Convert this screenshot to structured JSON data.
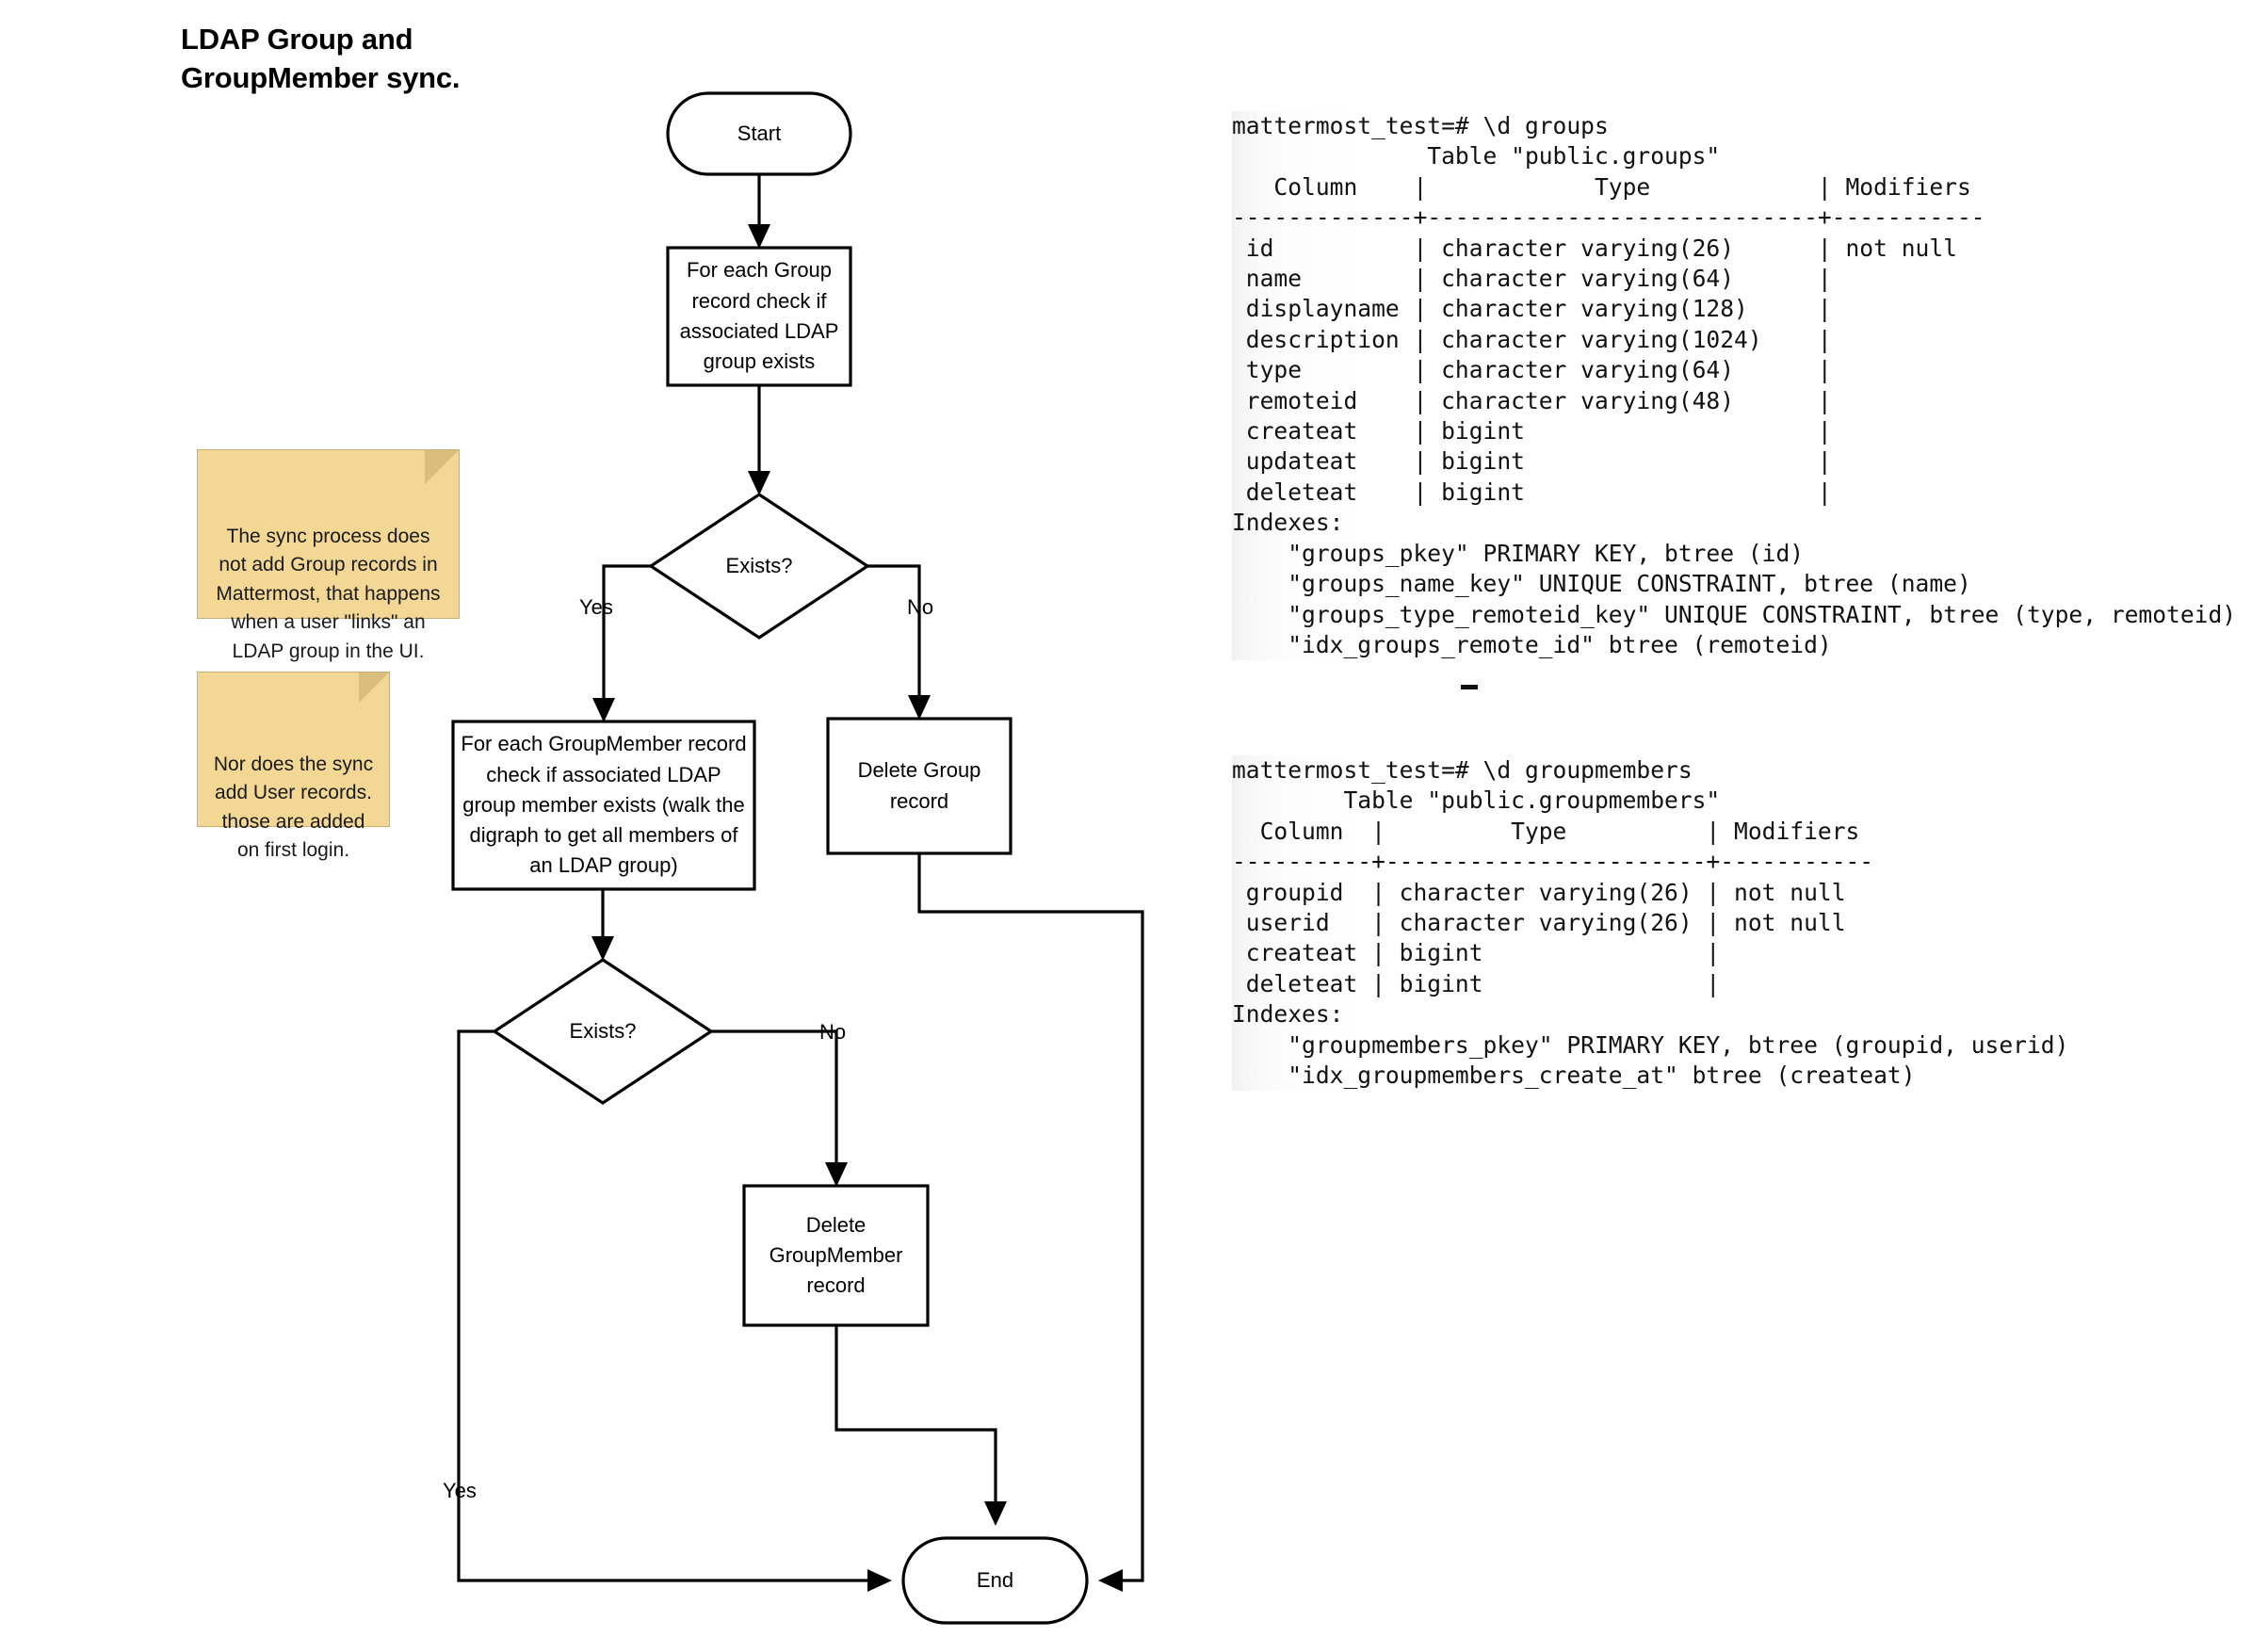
{
  "title": "LDAP Group and\nGroupMember sync.",
  "flow": {
    "nodes": {
      "start": "Start",
      "for_each_group": "For each Group\nrecord check if\nassociated LDAP\ngroup exists",
      "exists_group": "Exists?",
      "for_each_groupmember": "For each GroupMember record\ncheck if associated LDAP\ngroup member exists (walk the\ndigraph to get all members of\nan LDAP group)",
      "delete_group": "Delete Group\nrecord",
      "exists_groupmember": "Exists?",
      "delete_groupmember": "Delete\nGroupMember\nrecord",
      "end": "End"
    },
    "edge_labels": {
      "group_yes": "Yes",
      "group_no": "No",
      "groupmember_no": "No",
      "groupmember_yes": "Yes"
    }
  },
  "notes": [
    {
      "id": "note-group-records",
      "text": "The sync process does\nnot add Group records in\nMattermost, that happens\nwhen a user \"links\" an\nLDAP group in the UI."
    },
    {
      "id": "note-user-records",
      "text": "Nor does the sync\nadd User records.\nthose are added\non first login."
    }
  ],
  "consoles": [
    {
      "id": "groups-table",
      "text": "mattermost_test=# \\d groups\n              Table \"public.groups\"\n   Column    |            Type            | Modifiers\n-------------+----------------------------+-----------\n id          | character varying(26)      | not null\n name        | character varying(64)      |\n displayname | character varying(128)     |\n description | character varying(1024)    |\n type        | character varying(64)      |\n remoteid    | character varying(48)      |\n createat    | bigint                     |\n updateat    | bigint                     |\n deleteat    | bigint                     |\nIndexes:\n    \"groups_pkey\" PRIMARY KEY, btree (id)\n    \"groups_name_key\" UNIQUE CONSTRAINT, btree (name)\n    \"groups_type_remoteid_key\" UNIQUE CONSTRAINT, btree (type, remoteid)\n    \"idx_groups_remote_id\" btree (remoteid)"
    },
    {
      "id": "groupmembers-table",
      "text": "mattermost_test=# \\d groupmembers\n        Table \"public.groupmembers\"\n  Column  |         Type          | Modifiers\n----------+-----------------------+-----------\n groupid  | character varying(26) | not null\n userid   | character varying(26) | not null\n createat | bigint                |\n deleteat | bigint                |\nIndexes:\n    \"groupmembers_pkey\" PRIMARY KEY, btree (groupid, userid)\n    \"idx_groupmembers_create_at\" btree (createat)"
    }
  ],
  "colors": {
    "note_fill": "#f2d795",
    "note_border": "#c9b071",
    "note_fold": "#d9be7e",
    "stroke": "#000000",
    "background": "#ffffff"
  }
}
